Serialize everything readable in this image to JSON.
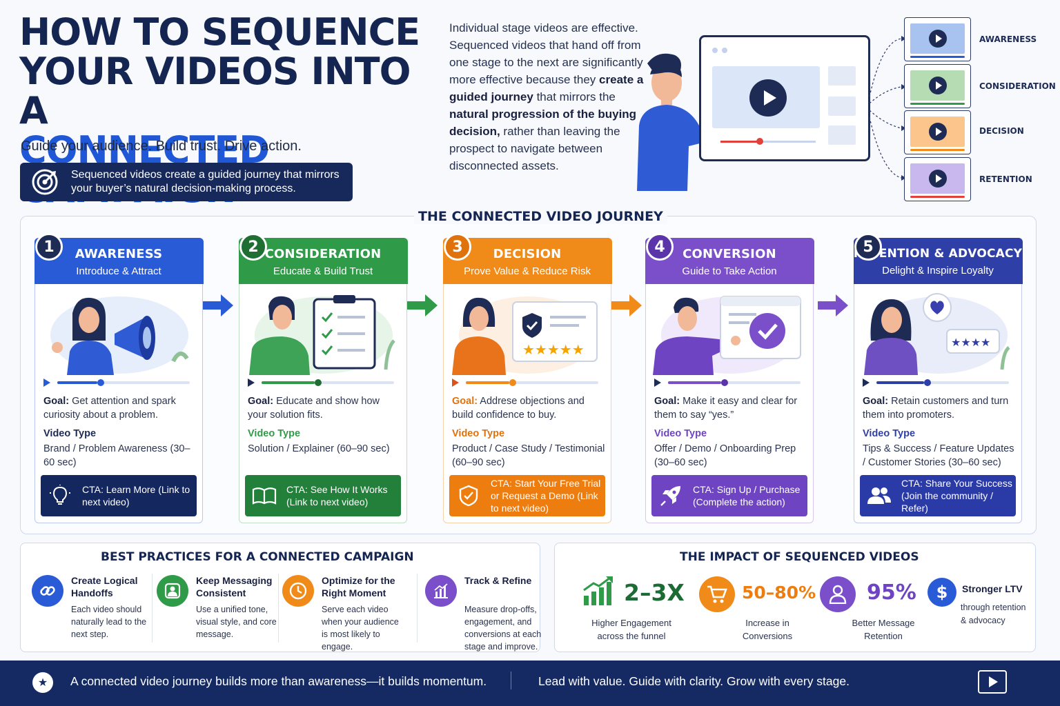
{
  "header": {
    "title_line1": "HOW TO SEQUENCE",
    "title_line2": "YOUR VIDEOS INTO A",
    "title_line3": "CONNECTED CAMPAIGN",
    "subtitle": "Guide your audience. Build trust. Drive action.",
    "banner_text": "Sequenced videos create a guided journey that mirrors your buyer’s natural decision-making process."
  },
  "intro": {
    "p1": "Individual stage videos are effective. Sequenced videos that hand off from one stage to the next are significantly more effective because they ",
    "b1": "create a guided journey",
    "p2": " that mirrors the ",
    "b2": "natural progression of the buying decision,",
    "p3": " rather than leaving the prospect to navigate between disconnected assets."
  },
  "stage_links": [
    "AWARENESS",
    "CONSIDERATION",
    "DECISION",
    "RETENTION"
  ],
  "journey": {
    "title": "THE CONNECTED VIDEO JOURNEY",
    "goal_label": "Goal:",
    "video_type_label": "Video Type",
    "stages": [
      {
        "num": "1",
        "name": "AWARENESS",
        "tagline": "Introduce & Attract",
        "goal": "Get attention and spark curiosity about a problem.",
        "video_type": "Brand / Problem Awareness (30–60 sec)",
        "cta": "CTA: Learn More (Link to next video)",
        "color": "#2a5bd7",
        "cta_color": "#14275f"
      },
      {
        "num": "2",
        "name": "CONSIDERATION",
        "tagline": "Educate & Build Trust",
        "goal": "Educate and show how your solution fits.",
        "video_type": "Solution / Explainer (60–90 sec)",
        "cta": "CTA: See How It Works (Link to next video)",
        "color": "#2f9a48",
        "cta_color": "#23803a"
      },
      {
        "num": "3",
        "name": "DECISION",
        "tagline": "Prove Value & Reduce Risk",
        "goal": "Addrese objections and build confidence to buy.",
        "video_type": "Product / Case Study / Testimonial (60–90 sec)",
        "cta": "CTA: Start Your Free Trial or Request a Demo (Link to next video)",
        "color": "#f08a19",
        "cta_color": "#ee7d10"
      },
      {
        "num": "4",
        "name": "CONVERSION",
        "tagline": "Guide to Take Action",
        "goal": "Make it easy and clear for them to say “yes.”",
        "video_type": "Offer / Demo / Onboarding Prep (30–60 sec)",
        "cta": "CTA: Sign Up / Purchase (Complete the action)",
        "color": "#7a4fc9",
        "cta_color": "#6e44c2"
      },
      {
        "num": "5",
        "name": "RETENTION & ADVOCACY",
        "tagline": "Delight & Inspire Loyalty",
        "goal": "Retain customers and turn them into promoters.",
        "video_type": "Tips & Success / Feature Updates / Customer Stories (30–60 sec)",
        "cta": "CTA: Share Your Success (Join the community / Refer)",
        "color": "#2f3fa8",
        "cta_color": "#2a3aa6"
      }
    ]
  },
  "best_practices": {
    "title": "BEST PRACTICES FOR A CONNECTED CAMPAIGN",
    "items": [
      {
        "title": "Create Logical Handoffs",
        "desc": "Each video should naturally lead to the next step.",
        "icon": "link-icon",
        "color": "#2a5bd7"
      },
      {
        "title": "Keep Messaging Consistent",
        "desc": "Use a unified tone, visual style, and core message.",
        "icon": "user-icon",
        "color": "#2f9a48"
      },
      {
        "title": "Optimize for the Right Moment",
        "desc": "Serve each video when your audience is most likely to engage.",
        "icon": "clock-icon",
        "color": "#f08a19"
      },
      {
        "title": "Track & Refine",
        "desc": "Measure drop-offs, engagement, and conversions at each stage and improve.",
        "icon": "bar-chart-icon",
        "color": "#7a4fc9"
      }
    ]
  },
  "impact": {
    "title": "THE IMPACT OF SEQUENCED VIDEOS",
    "items": [
      {
        "value": "2–3X",
        "caption": "Higher Engagement across the funnel",
        "color": "#2f9a48"
      },
      {
        "value": "50–80%",
        "caption": "Increase in Conversions",
        "color": "#f08a19"
      },
      {
        "value": "95%",
        "caption": "Better Message Retention",
        "color": "#7a4fc9"
      },
      {
        "value": "Stronger LTV",
        "caption": "through retention & advocacy",
        "color": "#2a5bd7"
      }
    ]
  },
  "footer": {
    "left": "A connected video journey builds more than awareness—it builds momentum.",
    "right": "Lead with value. Guide with clarity. Grow with every stage."
  }
}
